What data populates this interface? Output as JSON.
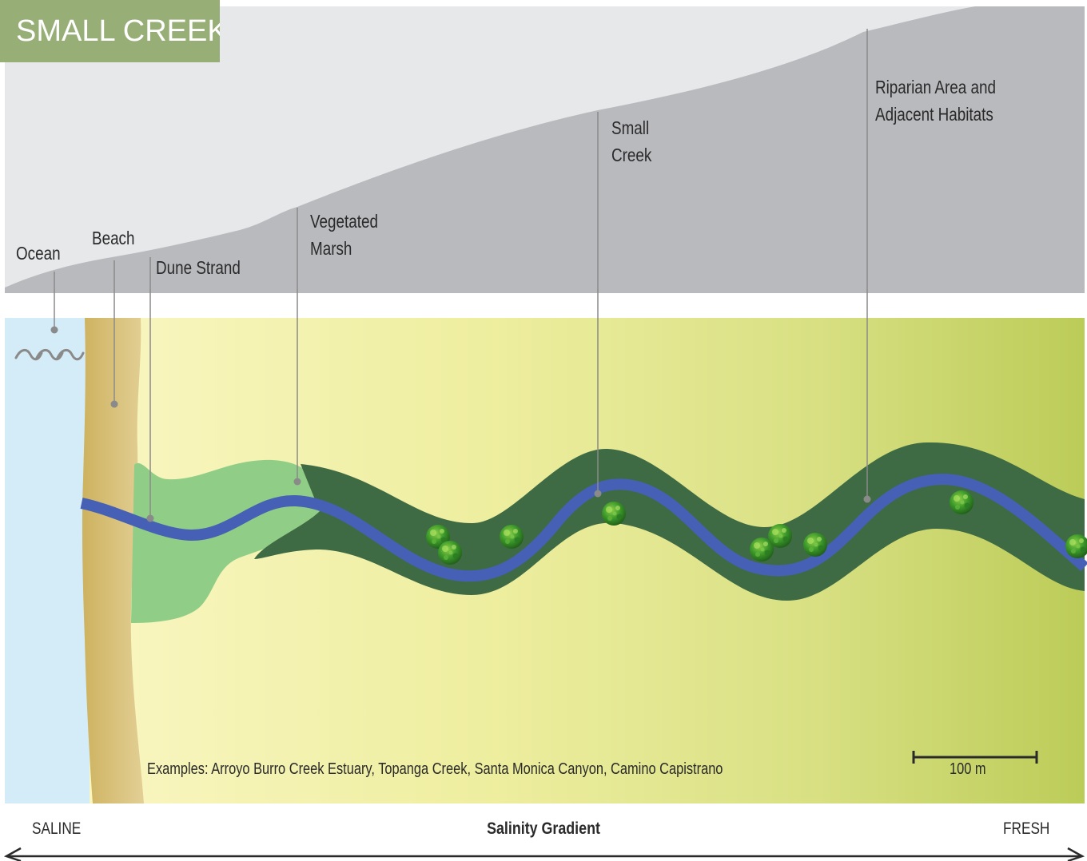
{
  "title": "SMALL CREEK",
  "labels": {
    "ocean": "Ocean",
    "beach": "Beach",
    "dune_strand": "Dune Strand",
    "vegetated_marsh_line1": "Vegetated",
    "vegetated_marsh_line2": "Marsh",
    "small_creek_line1": "Small",
    "small_creek_line2": "Creek",
    "riparian_line1": "Riparian Area and",
    "riparian_line2": "Adjacent Habitats"
  },
  "examples": "Examples: Arroyo Burro Creek Estuary, Topanga Creek, Santa Monica Canyon, Camino Capistrano",
  "scale_bar": {
    "label": "100 m"
  },
  "gradient": {
    "left": "SALINE",
    "center": "Salinity Gradient",
    "right": "FRESH"
  },
  "colors": {
    "title_badge": "#97ae76",
    "ocean": "#d4ecf7",
    "beach": "#d6bd78",
    "dune": "#90cd86",
    "creek_corridor": "#3f6b44",
    "water": "#4560b4",
    "land_saline": "#fbf7c2",
    "land_fresh": "#bccc58",
    "profile_light": "#e7e8ea",
    "profile_dark": "#b9babd"
  },
  "icons": [
    "wave-icon",
    "shrub-icon"
  ]
}
